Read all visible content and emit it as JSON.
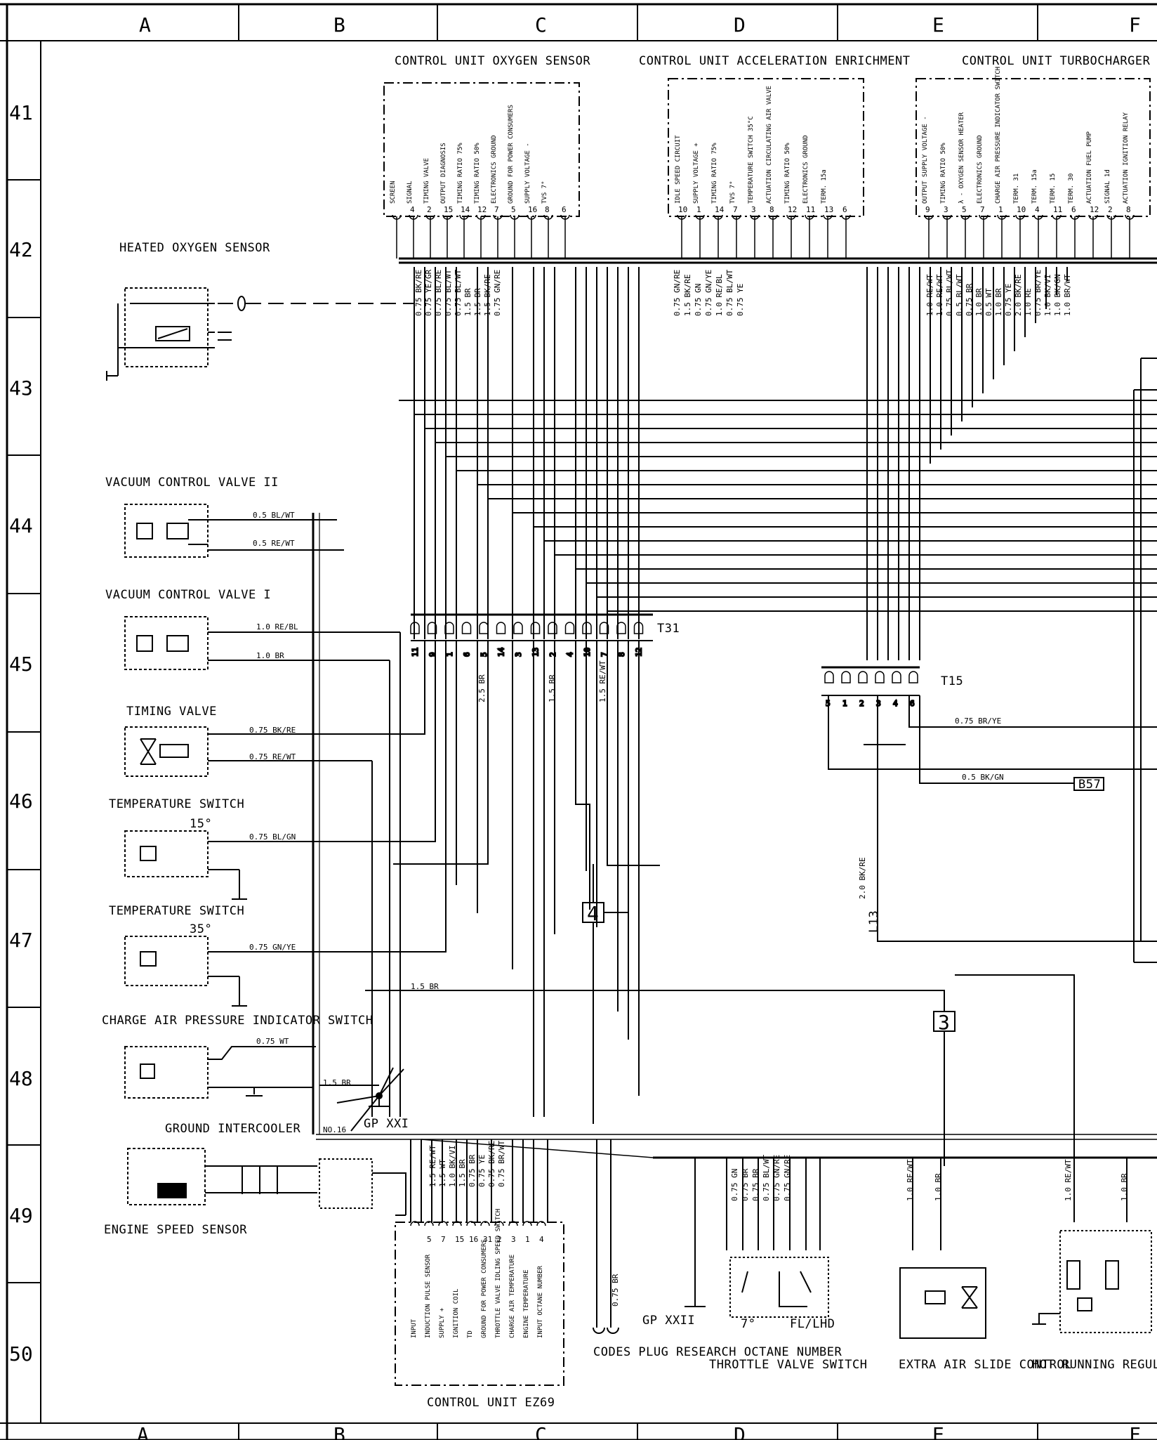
{
  "grid": {
    "columns": [
      "A",
      "B",
      "C",
      "D",
      "E",
      "F"
    ],
    "bottom_columns": [
      "A",
      "B",
      "C",
      "D",
      "E",
      "F"
    ],
    "rows": [
      "41",
      "42",
      "43",
      "44",
      "45",
      "46",
      "47",
      "48",
      "49",
      "50"
    ]
  },
  "units": {
    "oxygen": {
      "title": "CONTROL UNIT OXYGEN SENSOR",
      "pins": [
        {
          "n": "",
          "label": "SCREEN"
        },
        {
          "n": "4",
          "label": "SIGNAL"
        },
        {
          "n": "2",
          "label": "TIMING VALVE"
        },
        {
          "n": "15",
          "label": "OUTPUT DIAGNOSIS"
        },
        {
          "n": "14",
          "label": "TIMING RATIO 75%"
        },
        {
          "n": "12",
          "label": "TIMING RATIO 50%"
        },
        {
          "n": "7",
          "label": "ELECTRONICS GROUND"
        },
        {
          "n": "5",
          "label": "GROUND FOR POWER CONSUMERS"
        },
        {
          "n": "16",
          "label": "SUPPLY VOLTAGE -"
        },
        {
          "n": "8",
          "label": "TVS 7°"
        },
        {
          "n": "6",
          "label": ""
        }
      ]
    },
    "accel": {
      "title": "CONTROL UNIT ACCELERATION ENRICHMENT",
      "pins": [
        {
          "n": "10",
          "label": "IDLE SPEED CIRCUIT"
        },
        {
          "n": "1",
          "label": "SUPPLY VOLTAGE +"
        },
        {
          "n": "14",
          "label": "TIMING RATIO 75%"
        },
        {
          "n": "7",
          "label": "TVS 7°"
        },
        {
          "n": "3",
          "label": "TEMPERATURE SWITCH 35°C"
        },
        {
          "n": "8",
          "label": "ACTUATION CIRCULATING AIR VALVE"
        },
        {
          "n": "12",
          "label": "TIMING RATIO 50%"
        },
        {
          "n": "11",
          "label": "ELECTRONICS GROUND"
        },
        {
          "n": "13",
          "label": "TERM. 15a"
        },
        {
          "n": "6",
          "label": ""
        }
      ]
    },
    "turbo": {
      "title": "CONTROL UNIT TURBOCHARGER",
      "pins": [
        {
          "n": "9",
          "label": "OUTPUT SUPPLY VOLTAGE -"
        },
        {
          "n": "3",
          "label": "TIMING RATIO 50%"
        },
        {
          "n": "5",
          "label": "λ - OXYGEN SENSOR HEATER"
        },
        {
          "n": "7",
          "label": "ELECTRONICS GROUND"
        },
        {
          "n": "1",
          "label": "CHARGE AIR PRESSURE INDICATOR SWITCH"
        },
        {
          "n": "10",
          "label": "TERM. 31"
        },
        {
          "n": "4",
          "label": "TERM. 15a"
        },
        {
          "n": "11",
          "label": "TERM. 15"
        },
        {
          "n": "6",
          "label": "TERM. 30"
        },
        {
          "n": "12",
          "label": "ACTUATION FUEL PUMP"
        },
        {
          "n": "2",
          "label": "SIGNAL 1d"
        },
        {
          "n": "8",
          "label": "ACTUATION IGNITION RELAY"
        }
      ]
    },
    "ez69": {
      "title": "CONTROL UNIT EZ69",
      "pins": [
        {
          "n": "",
          "label": "INPUT"
        },
        {
          "n": "5",
          "label": "INDUCTION PULSE SENSOR"
        },
        {
          "n": "7",
          "label": "SUPPLY +"
        },
        {
          "n": "15",
          "label": "IGNITION COIL"
        },
        {
          "n": "16",
          "label": "TD"
        },
        {
          "n": "31",
          "label": "GROUND FOR POWER CONSUMERS"
        },
        {
          "n": "2",
          "label": "THROTTLE VALVE IDLING SPEED SWITCH"
        },
        {
          "n": "3",
          "label": "CHARGE AIR TEMPERATURE"
        },
        {
          "n": "1",
          "label": "ENGINE TEMPERATURE"
        },
        {
          "n": "4",
          "label": "INPUT OCTANE NUMBER"
        }
      ]
    }
  },
  "components": {
    "heated_oxygen_sensor": "HEATED OXYGEN SENSOR",
    "vacuum_valve_2": "VACUUM CONTROL VALVE II",
    "vacuum_valve_1": "VACUUM CONTROL VALVE I",
    "timing_valve": "TIMING VALVE",
    "temp_switch_15": "TEMPERATURE SWITCH",
    "temp_switch_15_deg": "15°",
    "temp_switch_35": "TEMPERATURE SWITCH",
    "temp_switch_35_deg": "35°",
    "charge_air_switch": "CHARGE AIR PRESSURE INDICATOR SWITCH",
    "ground_intercooler": "GROUND INTERCOOLER",
    "engine_speed_sensor": "ENGINE SPEED SENSOR",
    "codes_plug": "CODES PLUG RESEARCH OCTANE NUMBER",
    "throttle_valve_switch": "THROTTLE VALVE SWITCH",
    "throttle_7": "7°",
    "throttle_fl": "FL/LHD",
    "extra_air_slide": "EXTRA AIR SLIDE CONTROL",
    "hot_running_reg": "HOT RUNNING REGULAT"
  },
  "connectors": {
    "t31": "T31",
    "t15": "T15",
    "b57": "B57",
    "l13": "L13",
    "gp21": "GP XXI",
    "gp22": "GP XXII",
    "no16": "NO.16",
    "junction4": "4",
    "junction3": "3"
  },
  "wires": {
    "oxygen": [
      "0.75 BK/RE",
      "0.75 YE/GR",
      "0.75 BL/RE",
      "0.75 BL/WT",
      "0.75 BL/WT",
      "1.5 BR",
      "1.5 BR",
      "1.5 BK/RE",
      "0.75 GN/RE"
    ],
    "accel": [
      "0.75 GN/RE",
      "1.5 BK/RE",
      "0.75 GN",
      "0.75 GN/YE",
      "1.0 RE/BL",
      "0.75 BL/WT",
      "0.75 YE"
    ],
    "turbo": [
      "1.0 RE/WT",
      "1.0 RE/WT",
      "0.75 BL/WT",
      "0.5 BL/WT",
      "0.75 BR",
      "1.0 BR",
      "0.5 WT",
      "1.0 BR",
      "0.75 YE",
      "2.0 BK/RE",
      "1.0 RE",
      "0.75 BR/YE",
      "1.0 BK/VI",
      "1.0 BK/GN",
      "1.0 BR/WT"
    ],
    "ez69": [
      "1.5 RE/WT",
      "1.5 WT",
      "1.0 BK/VI",
      "1.5 BR",
      "0.75 BR",
      "0.75 YE",
      "0.75 BK/RE",
      "0.75 BR/WT"
    ],
    "throttle": [
      "0.75 GN",
      "0.75 BR",
      "0.75 BR",
      "0.75 BL/WT",
      "0.75 GN/RE",
      "0.75 GN/RE"
    ],
    "extra_air": [
      "1.0 RE/WT",
      "1.0 BR"
    ],
    "hot_running": [
      "1.0 RE/WT",
      "1.0 BR"
    ],
    "vac2": [
      "0.5 BL/WT",
      "0.5 RE/WT"
    ],
    "vac1": [
      "1.0 RE/BL",
      "1.0 BR"
    ],
    "timing": [
      "0.75 BK/RE",
      "0.75 RE/WT"
    ],
    "temp15": "0.75 BL/GN",
    "temp35": "0.75 GN/YE",
    "charge": "0.75 WT",
    "gnd": "1.5 BR",
    "gnd2": "1.5 BR",
    "t31_a": "2.5 BR",
    "t31_b": "1.5 BR",
    "t31_c": "1.5 RE/WT",
    "t15_a": "0.75 BR/YE",
    "t15_b": "0.5 BK/GN",
    "l13": "2.0 BK/RE",
    "codes": "0.75 BR"
  },
  "t31_pins": [
    "11",
    "9",
    "1",
    "6",
    "5",
    "14",
    "3",
    "13",
    "2",
    "4",
    "10",
    "7",
    "8",
    "12"
  ],
  "t15_pins": [
    "5",
    "1",
    "2",
    "3",
    "4",
    "6"
  ]
}
